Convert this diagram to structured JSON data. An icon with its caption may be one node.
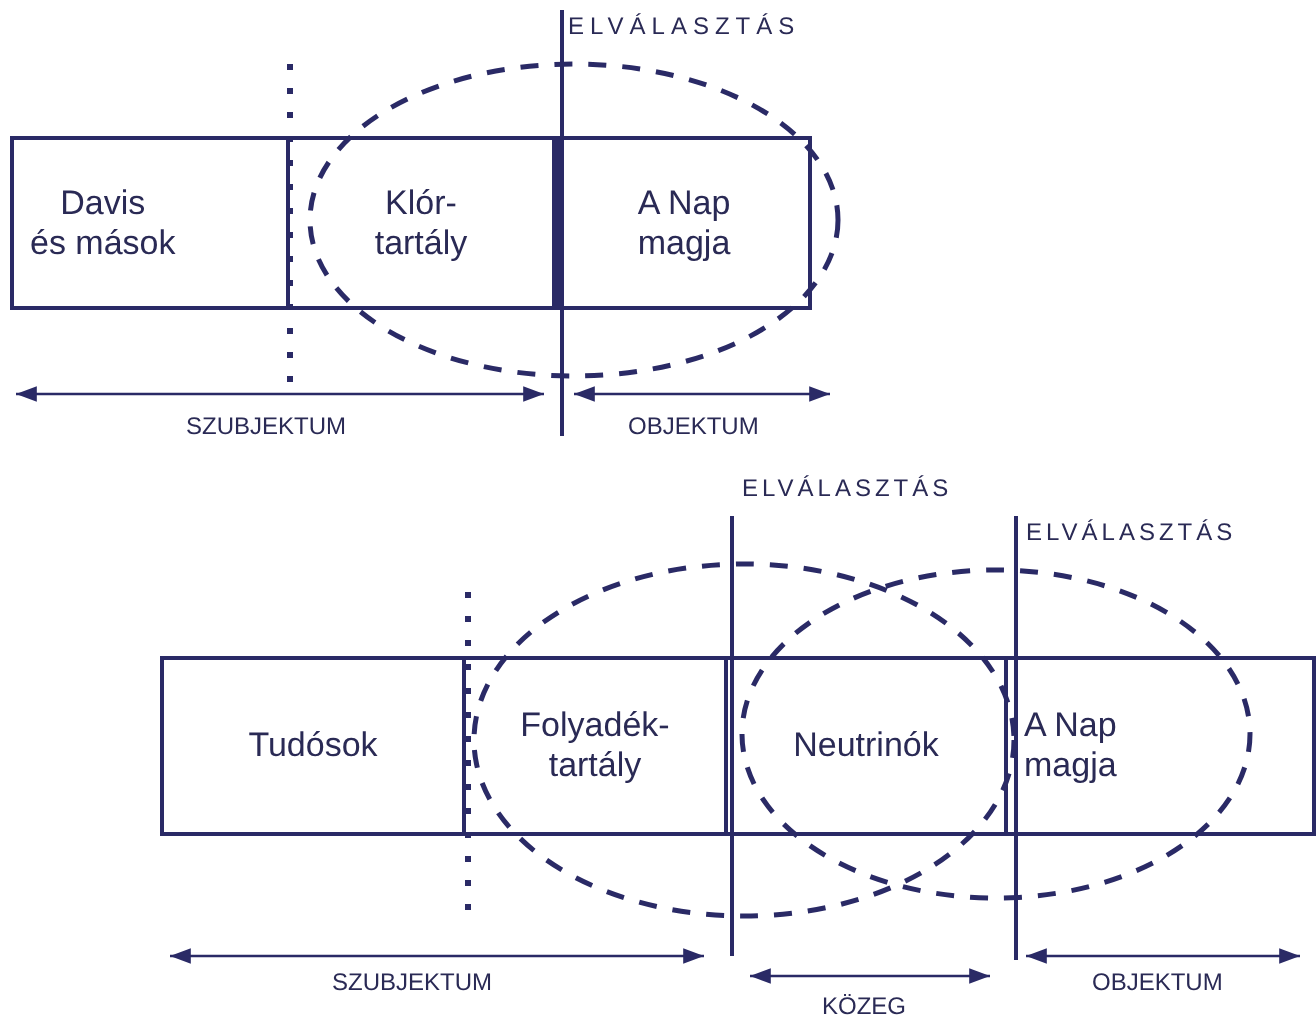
{
  "diagram": {
    "nodes": [
      {
        "text": [
          "Davis és mások"
        ]
      },
      {
        "text": [
          "Klór- tartály"
        ]
      },
      {
        "text": [
          "A Nap magja"
        ]
      },
      {
        "text": [
          "Tudósok"
        ]
      },
      {
        "text": [
          "Folyadék- tartály"
        ]
      },
      {
        "text": [
          "Neutrinók"
        ]
      },
      {
        "text": [
          "A Nap magja"
        ]
      }
    ],
    "edges": [],
    "labels": [
      "ELVÁLASZTÁS",
      "SZUBJEKTUM",
      "OBJEKTUM",
      "ELVÁLASZTÁS",
      "ELVÁLASZTÁS",
      "SZUBJEKTUM",
      "KÖZEG",
      "OBJEKTUM"
    ]
  }
}
